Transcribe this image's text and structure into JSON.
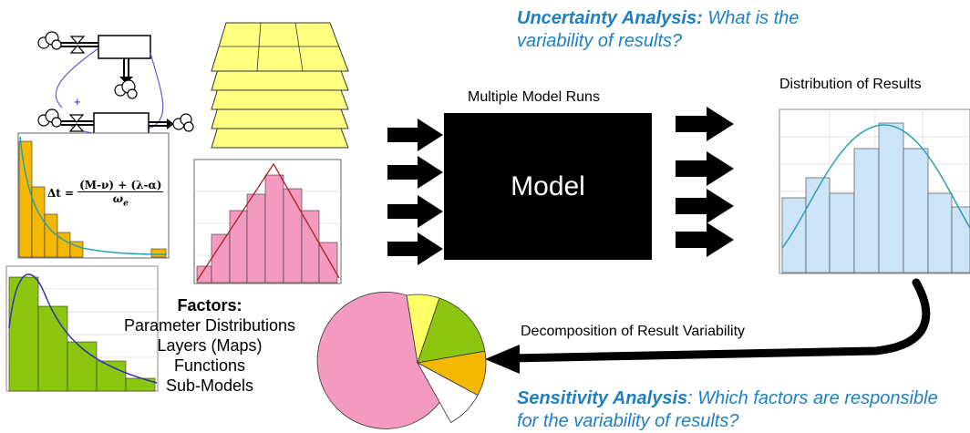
{
  "uncertainty": {
    "bold": "Uncertainty Analysis:",
    "rest": " What is the variability of results?"
  },
  "sensitivity": {
    "bold": "Sensitivity Analysis",
    "rest": ": Which factors are responsible for the variability of results?"
  },
  "multiple_runs_label": "Multiple Model Runs",
  "model_label": "Model",
  "distribution_label": "Distribution of Results",
  "decomposition_label": "Decomposition of Result Variability",
  "factors": {
    "heading": "Factors:",
    "items": [
      "Parameter Distributions",
      "Layers (Maps)",
      "Functions",
      "Sub-Models"
    ]
  },
  "equation": {
    "lhs": "Δt =",
    "numerator": "(M-ν) + (λ-α)",
    "denominator": "ω",
    "denominator_sub": "e"
  },
  "stock_flow_signs": [
    "+",
    "+"
  ],
  "colors": {
    "accent_blue": "#1f7fc0",
    "orange_hist": "#f5b800",
    "green_hist": "#8cc611",
    "pink_hist": "#f49ac1",
    "yellow_layer": "#ffff80",
    "result_hist": "#cce4f7",
    "fit_curve": "#2aa0b0"
  }
}
